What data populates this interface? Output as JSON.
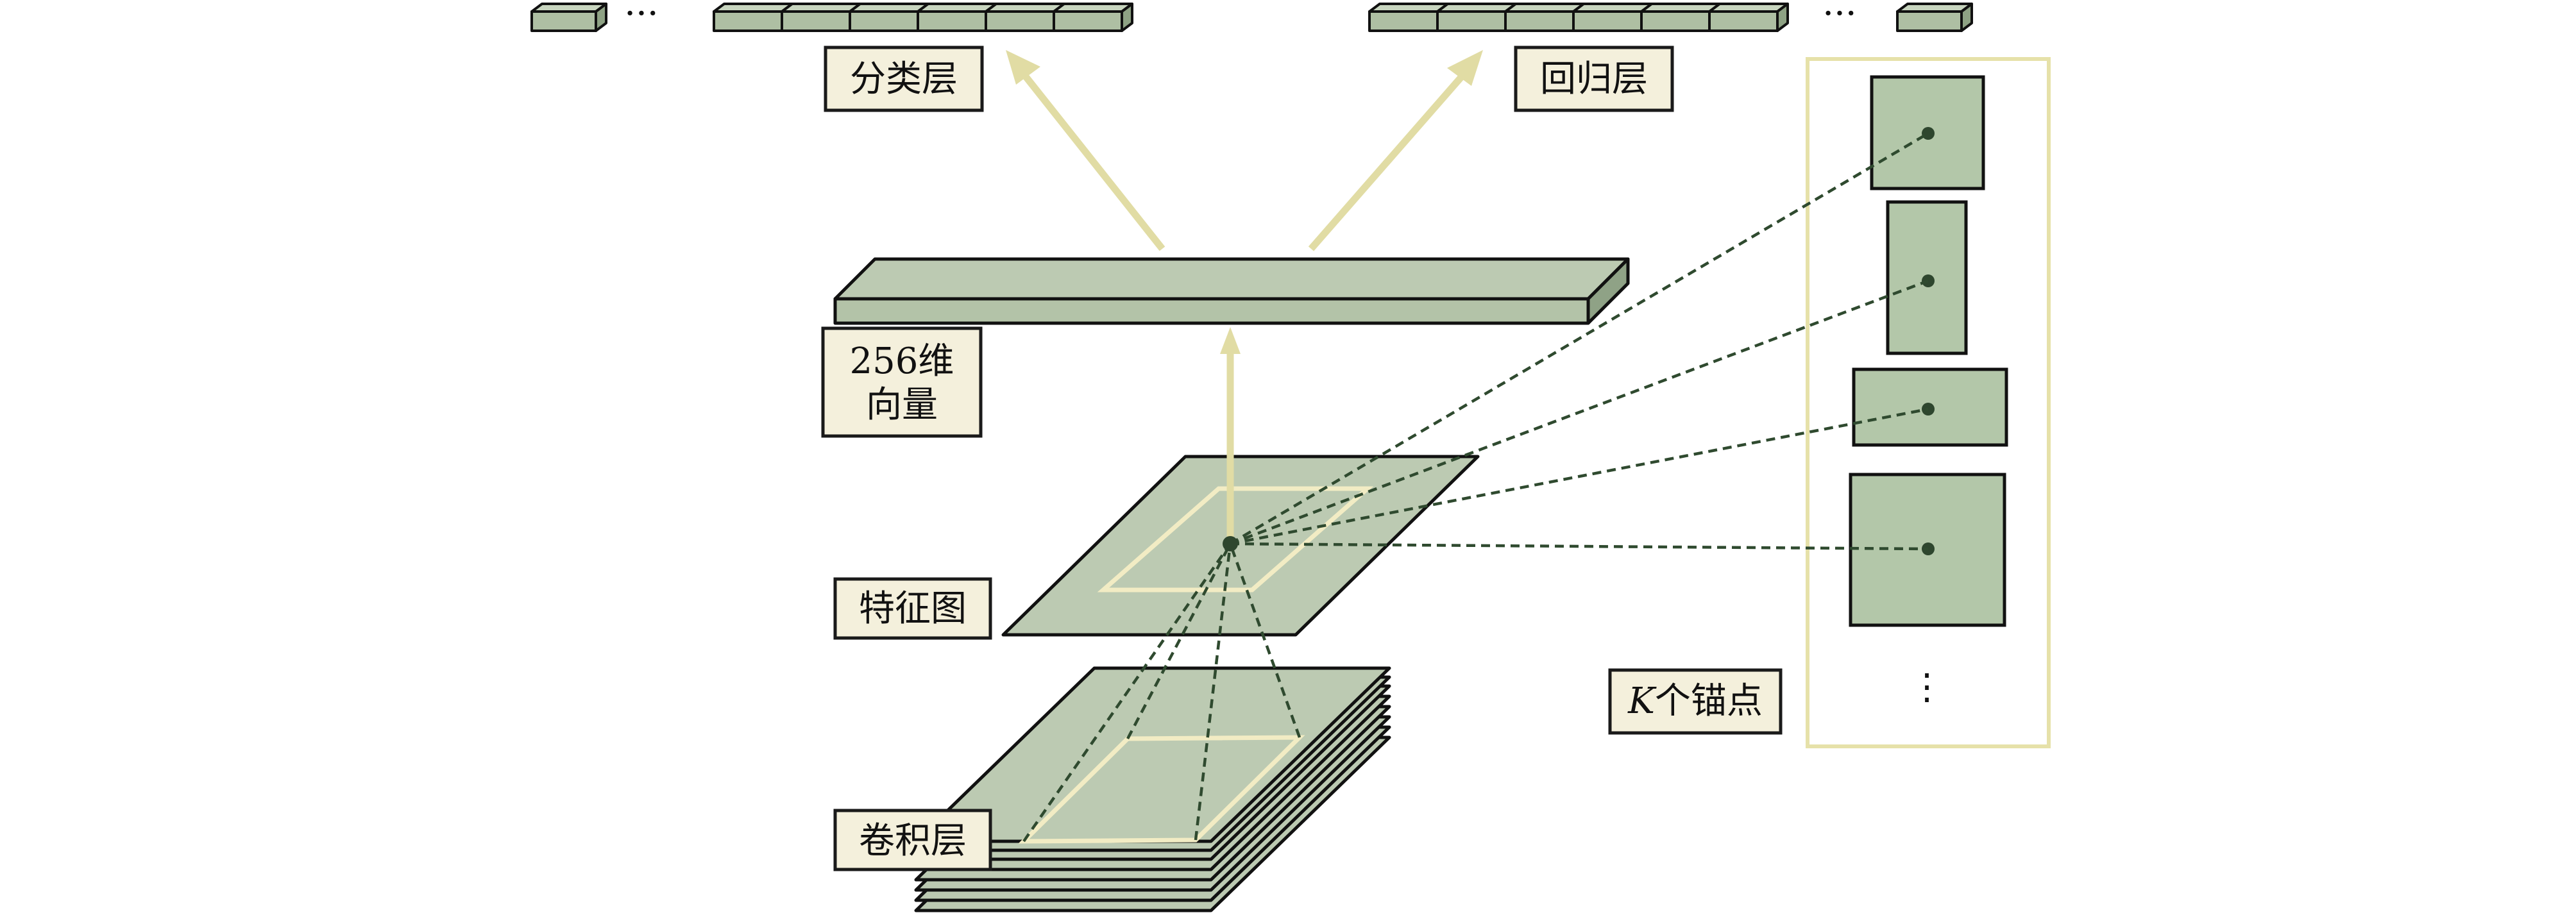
{
  "diagram": {
    "labels": {
      "classification_layer": "分类层",
      "regression_layer": "回归层",
      "vector_line1": "256维",
      "vector_line2": "向量",
      "feature_map": "特征图",
      "conv_layer": "卷积层",
      "anchors_k": "K",
      "anchors_text": "个锚点"
    },
    "ellipsis_horizontal": "···",
    "ellipsis_vertical": "⋮",
    "colors": {
      "slab_green": "#b3c3a8",
      "arrow_yellow": "#e1dca4",
      "label_fill": "#f4f0dc",
      "inner_frame": "#f2ecc4",
      "dashed_line": "#2f4a2f"
    }
  }
}
